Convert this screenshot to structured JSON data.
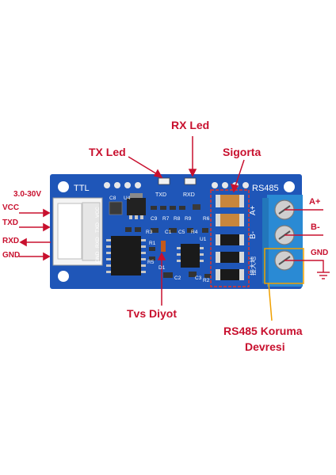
{
  "annotations": {
    "rx_led": "RX Led",
    "tx_led": "TX Led",
    "sigorta": "Sigorta",
    "tvs_diyot": "Tvs Diyot",
    "rs485_koruma_line1": "RS485 Koruma",
    "rs485_koruma_line2": "Devresi"
  },
  "pins_left": {
    "voltage": "3.0-30V",
    "vcc": "VCC",
    "txd": "TXD",
    "rxd": "RXD",
    "gnd": "GND"
  },
  "pins_right": {
    "a_plus": "A+",
    "b_minus": "B-",
    "gnd": "GND"
  },
  "board_silkscreen": {
    "ttl": "TTL",
    "rs485": "RS485",
    "txd": "TXD",
    "rxd": "RXD",
    "header_pins": [
      "GND",
      "RXD",
      "TXD",
      "VCC"
    ],
    "terminal_a": "A+",
    "terminal_b": "B-",
    "chinese_mark": "接大地",
    "parts": [
      "C8",
      "U4",
      "R3",
      "C9",
      "R7",
      "R8",
      "R9",
      "C1",
      "R5",
      "U1",
      "R1",
      "R6",
      "C5",
      "R4",
      "D1",
      "C2",
      "C3",
      "R2"
    ]
  },
  "colors": {
    "pcb": "#1f56b8",
    "annotation": "#c8102e",
    "terminal": "#2a8ad4",
    "highlight_orange": "#f0a000"
  }
}
